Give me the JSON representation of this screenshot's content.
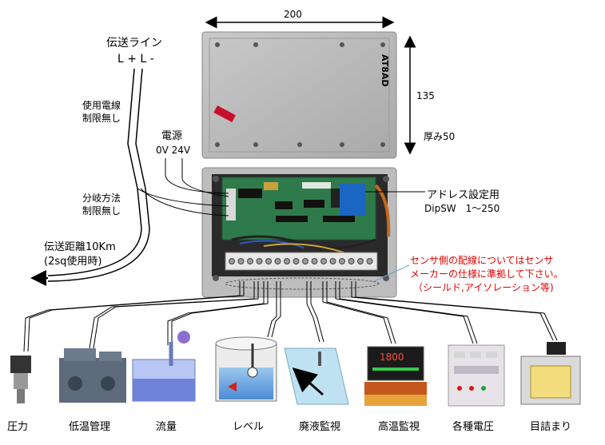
{
  "dimensions": {
    "width": "200",
    "height": "135",
    "depth": "厚み50"
  },
  "top_unit": {
    "model": "AT8AD"
  },
  "transmission": {
    "line_title": "伝送ライン",
    "line_terms": "L + L -",
    "wire_note_1": "使用電線",
    "wire_note_2": "制限無し",
    "branch_note_1": "分岐方法",
    "branch_note_2": "制限無し",
    "distance_1": "伝送距離10Km",
    "distance_2": "(2sq使用時)"
  },
  "power": {
    "label": "電源",
    "voltage": "0V 24V"
  },
  "address": {
    "label": "アドレス設定用",
    "range": "DipSW　1～250"
  },
  "sensor_note": [
    "センサ側の配線についてはセンサ",
    "メーカーの仕様に準拠して下さい。",
    "（シールド,アイソレーション等)"
  ],
  "sensors": [
    {
      "label": "圧力",
      "icon": "pressure-sensor-icon"
    },
    {
      "label": "低温管理",
      "icon": "refrigeration-unit-icon"
    },
    {
      "label": "流量",
      "icon": "flow-tank-icon"
    },
    {
      "label": "レベル",
      "icon": "level-tank-icon"
    },
    {
      "label": "廃液監視",
      "icon": "waste-liquid-icon"
    },
    {
      "label": "高温監視",
      "icon": "temperature-controller-icon"
    },
    {
      "label": "各種電圧",
      "icon": "voltage-panel-icon"
    },
    {
      "label": "目詰まり",
      "icon": "filter-clog-icon"
    }
  ],
  "controller_display": "1800",
  "colors": {
    "note_red": "#e00000",
    "housing": "#b9b9b9",
    "pcb": "#2f7a4a"
  }
}
